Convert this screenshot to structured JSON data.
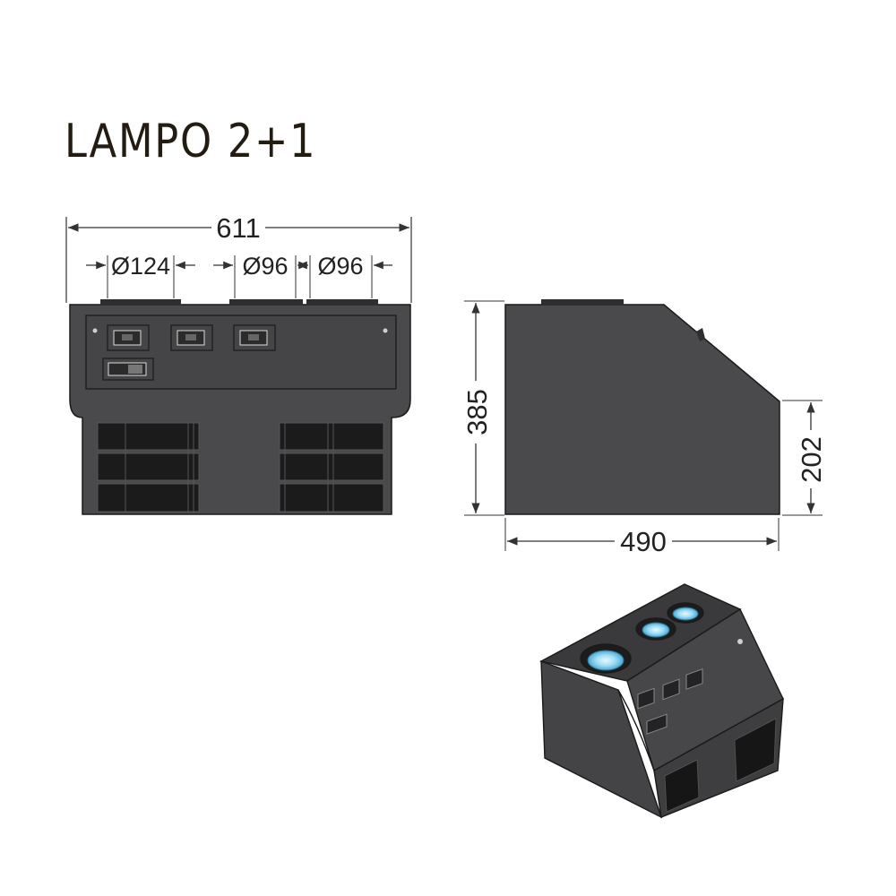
{
  "title": "LAMPO 2+1",
  "dimensions": {
    "total_width": "611",
    "hole_1": "Ø124",
    "hole_2": "Ø96",
    "hole_3": "Ø96",
    "height": "385",
    "front_height": "202",
    "depth": "490"
  },
  "colors": {
    "body": "#4a4a4c",
    "panel": "#3f3f41",
    "vent": "#1b1b1c",
    "outline": "#1a1a1a",
    "dimension_line": "#333333",
    "well_glow": "#8fd6f2"
  }
}
